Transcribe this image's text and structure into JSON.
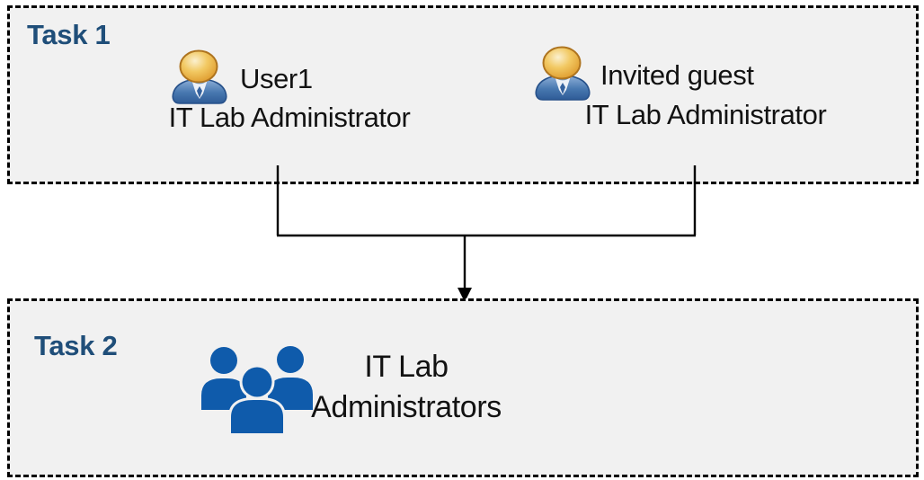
{
  "task1": {
    "label": "Task 1",
    "persons": [
      {
        "name": "User1",
        "role": "IT Lab Administrator"
      },
      {
        "name": "Invited guest",
        "role": "IT Lab Administrator"
      }
    ]
  },
  "task2": {
    "label": "Task 2",
    "group_name_line1": "IT Lab",
    "group_name_line2": "Administrators"
  },
  "icons": {
    "user_icon": "single person, gold head with blue torso",
    "people_group_icon": "three blue person silhouettes",
    "arrow": "black merge arrow pointing down from Task 1 to Task 2"
  },
  "colors": {
    "task_label_blue": "#1F4E79",
    "box_background": "#F1F1F1",
    "box_border": "#000000",
    "text": "#121212",
    "group_icon_blue": "#0F5BAB",
    "user_head_gold": "#E8A93C",
    "user_body_blue": "#3A6AA6",
    "connector_black": "#000000"
  }
}
